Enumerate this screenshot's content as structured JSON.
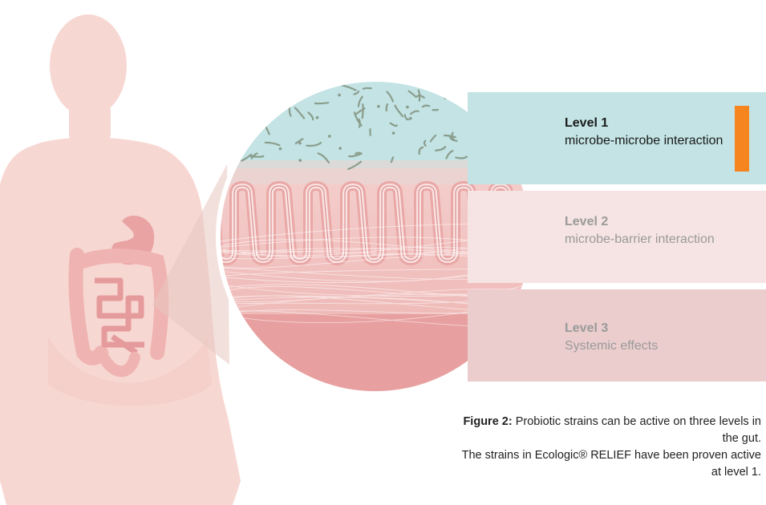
{
  "levels": [
    {
      "title": "Level 1",
      "description": "microbe-microbe interaction",
      "active": true
    },
    {
      "title": "Level 2",
      "description": "microbe-barrier interaction",
      "active": false
    },
    {
      "title": "Level 3",
      "description": "Systemic effects",
      "active": false
    }
  ],
  "caption": {
    "label": "Figure 2:",
    "line1": "Probiotic strains can be active on three levels in the gut.",
    "line2": "The strains in Ecologic® RELIEF have been proven active at level 1."
  },
  "colors": {
    "body": "#f7d7d2",
    "organ": "#e9a3a3",
    "level1_bg": "#c3e3e4",
    "level2_bg": "#f5e4e3",
    "level3_bg": "#ebcdcd",
    "indicator": "#f6841f"
  }
}
